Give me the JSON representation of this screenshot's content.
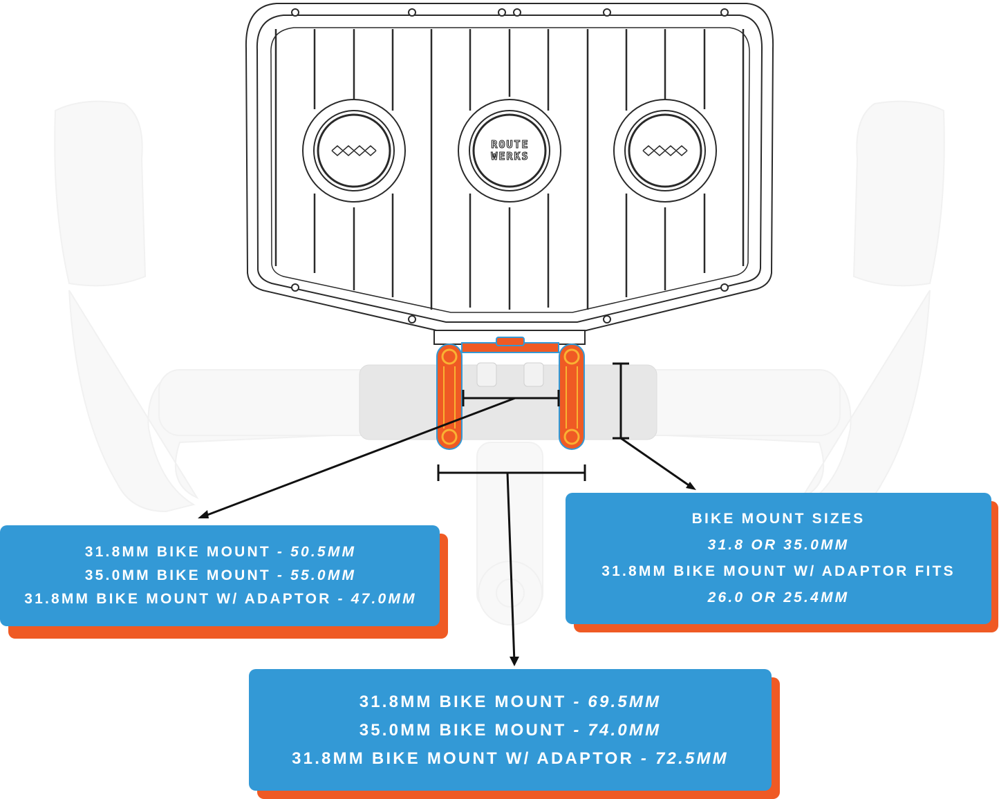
{
  "brand": {
    "line1": "ROUTE",
    "line2": "WERKS"
  },
  "colors": {
    "accent_blue": "#3399d6",
    "accent_orange": "#ef5a24",
    "text": "#ffffff"
  },
  "icons": [
    "handlebar-bag-drawing",
    "handlebar-drawing",
    "mount-arms",
    "dimension-arrow"
  ],
  "callouts": {
    "left": {
      "rows": [
        {
          "label": "31.8MM BIKE MOUNT",
          "sep": " - ",
          "value": "50.5MM"
        },
        {
          "label": "35.0MM BIKE MOUNT",
          "sep": " - ",
          "value": "55.0MM"
        },
        {
          "label": "31.8MM BIKE MOUNT W/ ADAPTOR",
          "sep": " - ",
          "value": "47.0MM"
        }
      ]
    },
    "right": {
      "title": "BIKE MOUNT SIZES",
      "line2": "31.8 OR 35.0MM",
      "line3": "31.8MM BIKE MOUNT W/ ADAPTOR FITS",
      "line4": "26.0 OR 25.4MM"
    },
    "bottom": {
      "rows": [
        {
          "label": "31.8MM BIKE MOUNT",
          "sep": " - ",
          "value": "69.5MM"
        },
        {
          "label": "35.0MM BIKE MOUNT",
          "sep": " - ",
          "value": "74.0MM"
        },
        {
          "label": "31.8MM BIKE MOUNT W/ ADAPTOR",
          "sep": " - ",
          "value": "72.5MM"
        }
      ]
    }
  }
}
